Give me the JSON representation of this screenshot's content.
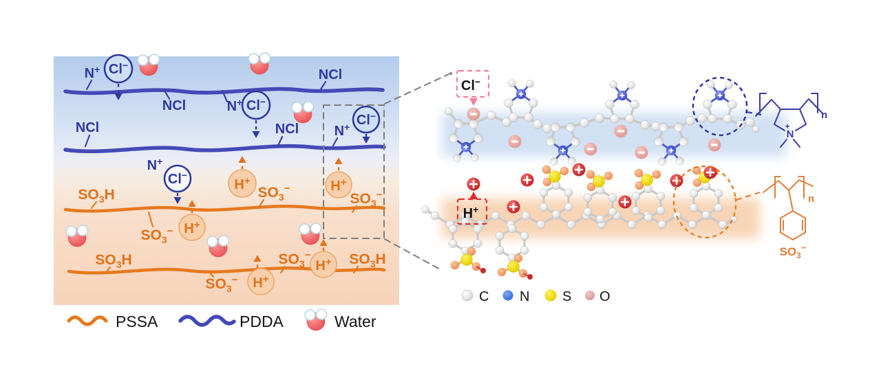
{
  "chem": {
    "N": "N",
    "plus": "+",
    "Cl": "Cl",
    "minus": "−",
    "NCl": "NCl",
    "H": "H",
    "SO": "SO",
    "sub3": "3"
  },
  "left_legend": {
    "pssa": "PSSA",
    "pdda": "PDDA",
    "water": "Water"
  },
  "right": {
    "cl_box": {
      "base": "Cl",
      "sup": "−"
    },
    "h_box": {
      "base": "H",
      "sup": "+"
    },
    "pdda_formula": {
      "N": "N",
      "plus": "+",
      "n": "n"
    },
    "pssa_formula": {
      "SO": "SO",
      "sub3": "3",
      "minus": "−",
      "n": "n"
    },
    "atom_legend": [
      {
        "symbol": "C",
        "color": "#b9b9b9"
      },
      {
        "symbol": "N",
        "color": "#2160d9"
      },
      {
        "symbol": "S",
        "color": "#e8d50a"
      },
      {
        "symbol": "O",
        "color": "#dfa09c"
      }
    ]
  },
  "icons": {
    "water": "water-molecule-icon",
    "chloride_ion": "chloride-ion-icon",
    "proton_ion": "proton-ion-icon"
  },
  "colors": {
    "pdda_blue": "#4449b6",
    "pssa_orange": "#e5791f",
    "label_blue": "#2e3a9e",
    "label_orange": "#e2711a",
    "hplus_circle_fill": "#f7cfab",
    "cl_circle_fill": "#cfe0f5",
    "cl_ion_pink": "#dd9a95",
    "h_ion_red": "#c0272d",
    "bg_top_blue": "#b3cceb",
    "bg_bottom_orange": "#f6d4bb",
    "box_cl_dash": "#f0809a",
    "box_h_dash": "#e03030"
  }
}
